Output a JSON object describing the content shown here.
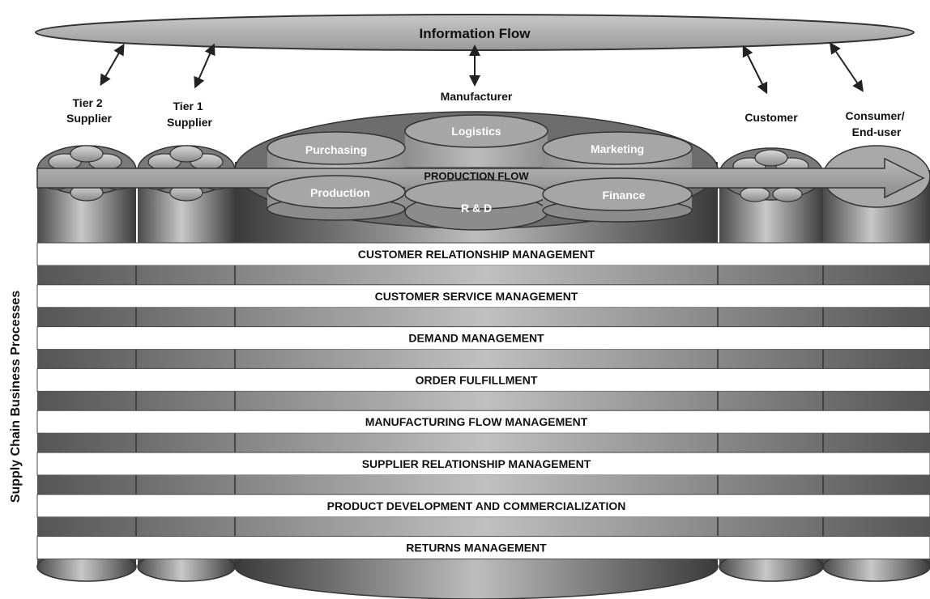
{
  "info_flow": {
    "label": "Information Flow"
  },
  "entities": {
    "tier2": [
      "Tier 2",
      "Supplier"
    ],
    "tier1": [
      "Tier 1",
      "Supplier"
    ],
    "manufacturer": "Manufacturer",
    "customer": "Customer",
    "consumer": [
      "Consumer/",
      "End-user"
    ]
  },
  "functions": {
    "purchasing": "Purchasing",
    "logistics": "Logistics",
    "marketing": "Marketing",
    "production": "Production",
    "rnd": "R & D",
    "finance": "Finance"
  },
  "production_flow": {
    "label": "PRODUCTION FLOW"
  },
  "side_label": "Supply Chain Business Processes",
  "processes": [
    "CUSTOMER RELATIONSHIP MANAGEMENT",
    "CUSTOMER SERVICE MANAGEMENT",
    "DEMAND MANAGEMENT",
    "ORDER FULFILLMENT",
    "MANUFACTURING FLOW MANAGEMENT",
    "SUPPLIER RELATIONSHIP MANAGEMENT",
    "PRODUCT DEVELOPMENT AND COMMERCIALIZATION",
    "RETURNS MANAGEMENT"
  ]
}
